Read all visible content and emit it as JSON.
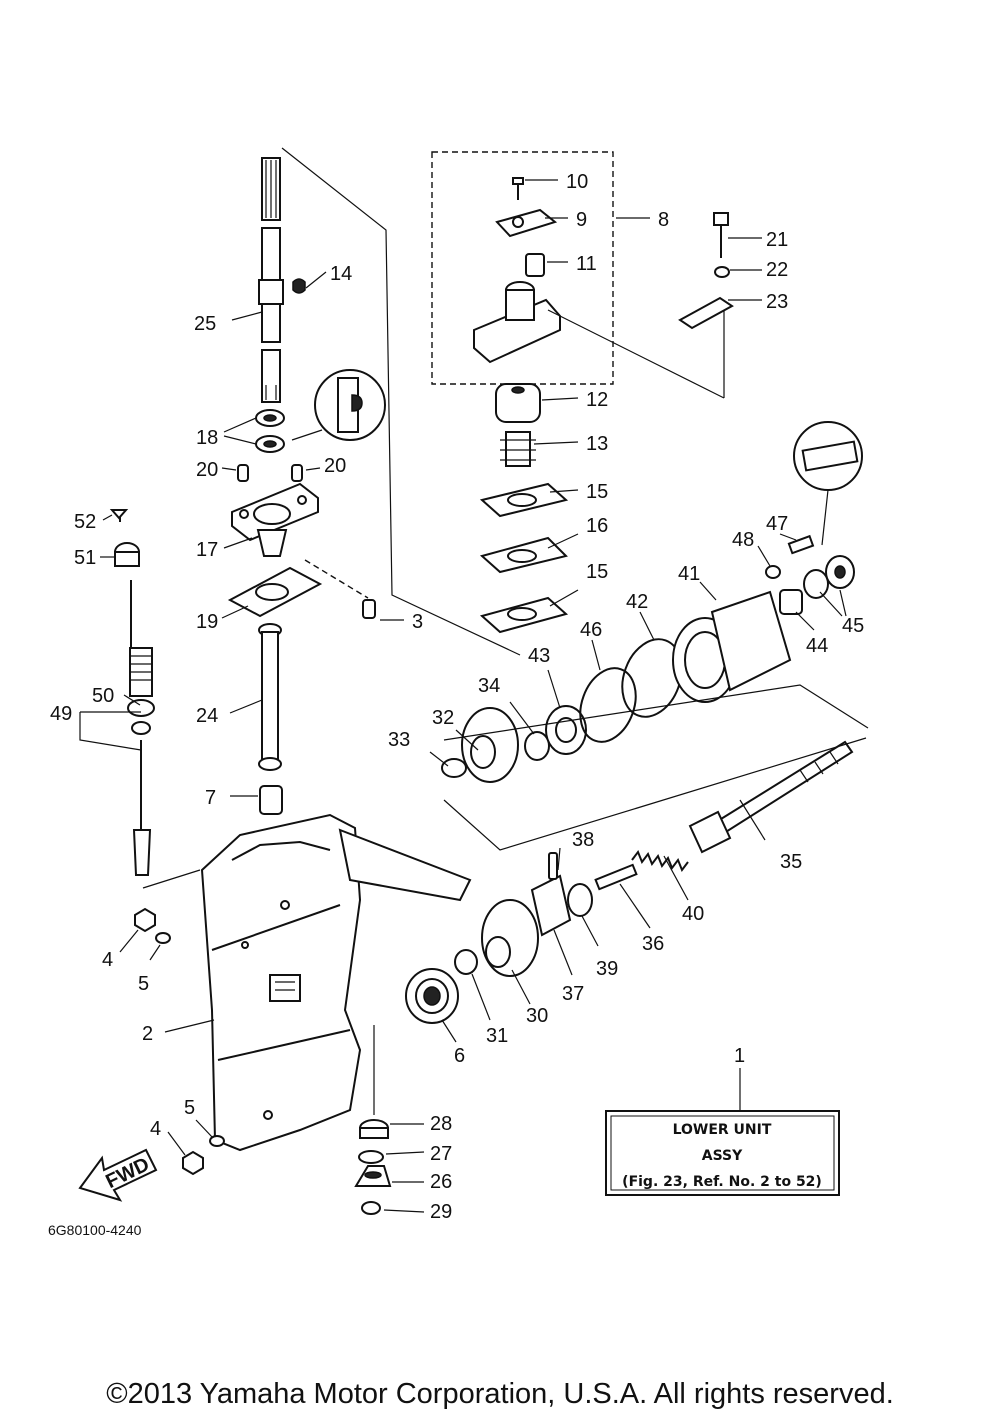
{
  "callouts": [
    {
      "n": "1"
    },
    {
      "n": "2"
    },
    {
      "n": "3"
    },
    {
      "n": "4"
    },
    {
      "n": "4"
    },
    {
      "n": "5"
    },
    {
      "n": "5"
    },
    {
      "n": "6"
    },
    {
      "n": "7"
    },
    {
      "n": "8"
    },
    {
      "n": "9"
    },
    {
      "n": "10"
    },
    {
      "n": "11"
    },
    {
      "n": "12"
    },
    {
      "n": "13"
    },
    {
      "n": "14"
    },
    {
      "n": "15"
    },
    {
      "n": "15"
    },
    {
      "n": "16"
    },
    {
      "n": "17"
    },
    {
      "n": "18"
    },
    {
      "n": "19"
    },
    {
      "n": "20"
    },
    {
      "n": "20"
    },
    {
      "n": "21"
    },
    {
      "n": "22"
    },
    {
      "n": "23"
    },
    {
      "n": "24"
    },
    {
      "n": "25"
    },
    {
      "n": "26"
    },
    {
      "n": "27"
    },
    {
      "n": "28"
    },
    {
      "n": "29"
    },
    {
      "n": "30"
    },
    {
      "n": "31"
    },
    {
      "n": "32"
    },
    {
      "n": "33"
    },
    {
      "n": "34"
    },
    {
      "n": "35"
    },
    {
      "n": "36"
    },
    {
      "n": "37"
    },
    {
      "n": "38"
    },
    {
      "n": "39"
    },
    {
      "n": "40"
    },
    {
      "n": "41"
    },
    {
      "n": "42"
    },
    {
      "n": "43"
    },
    {
      "n": "44"
    },
    {
      "n": "45"
    },
    {
      "n": "46"
    },
    {
      "n": "47"
    },
    {
      "n": "48"
    },
    {
      "n": "49"
    },
    {
      "n": "50"
    },
    {
      "n": "51"
    },
    {
      "n": "52"
    }
  ],
  "assembly_box": {
    "line1": "LOWER UNIT",
    "line2": "ASSY",
    "line3": "(Fig. 23, Ref. No. 2 to 52)"
  },
  "fwd_arrow_label": "FWD",
  "drawing_code": "6G80100-4240",
  "copyright": "©2013 Yamaha Motor Corporation, U.S.A. All rights reserved."
}
